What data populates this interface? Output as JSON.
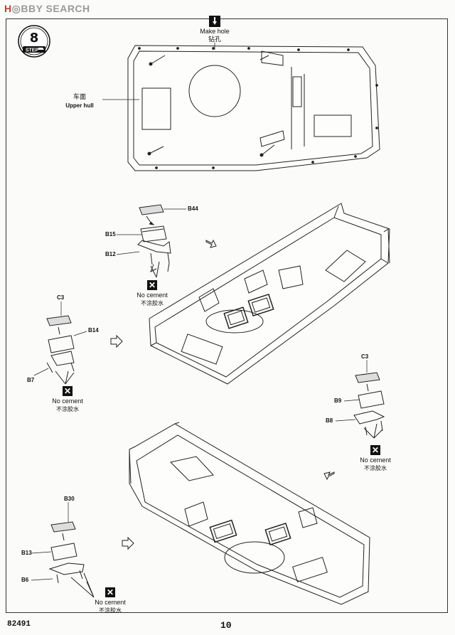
{
  "watermark": {
    "text_1": "H",
    "text_2": "BBY SEARCH"
  },
  "step": {
    "number": "8",
    "label": "STEP"
  },
  "make_hole": {
    "en": "Make hole",
    "cn": "钻孔"
  },
  "upper_hull": {
    "cn": "车面",
    "en": "Upper hull"
  },
  "parts": {
    "b44": "B44",
    "b15": "B15",
    "b12": "B12",
    "c3_left": "C3",
    "b14": "B14",
    "b7": "B7",
    "c3_right": "C3",
    "b9": "B9",
    "b8": "B8",
    "b30": "B30",
    "b13": "B13",
    "b6": "B6"
  },
  "no_cement": {
    "en": "No cement",
    "cn": "不涂胶水"
  },
  "footer": {
    "model_number": "82491",
    "page_number": "10"
  }
}
